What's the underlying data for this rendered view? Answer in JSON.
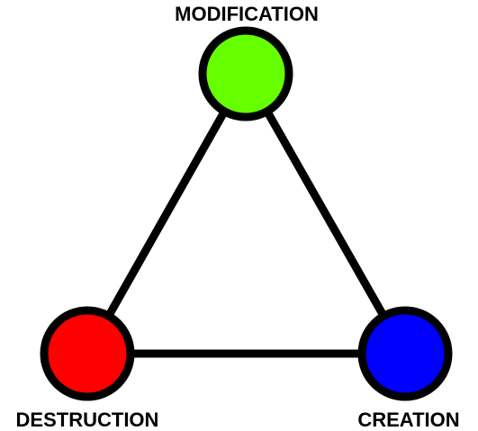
{
  "diagram": {
    "nodes": [
      {
        "id": "modification",
        "label": "MODIFICATION",
        "color": "#66ff00"
      },
      {
        "id": "destruction",
        "label": "DESTRUCTION",
        "color": "#ff0000"
      },
      {
        "id": "creation",
        "label": "CREATION",
        "color": "#0000ff"
      }
    ],
    "edges": [
      {
        "from": "modification",
        "to": "creation"
      },
      {
        "from": "modification",
        "to": "destruction"
      },
      {
        "from": "destruction",
        "to": "creation"
      }
    ],
    "line_color": "#000000",
    "outline_color": "#000000"
  }
}
